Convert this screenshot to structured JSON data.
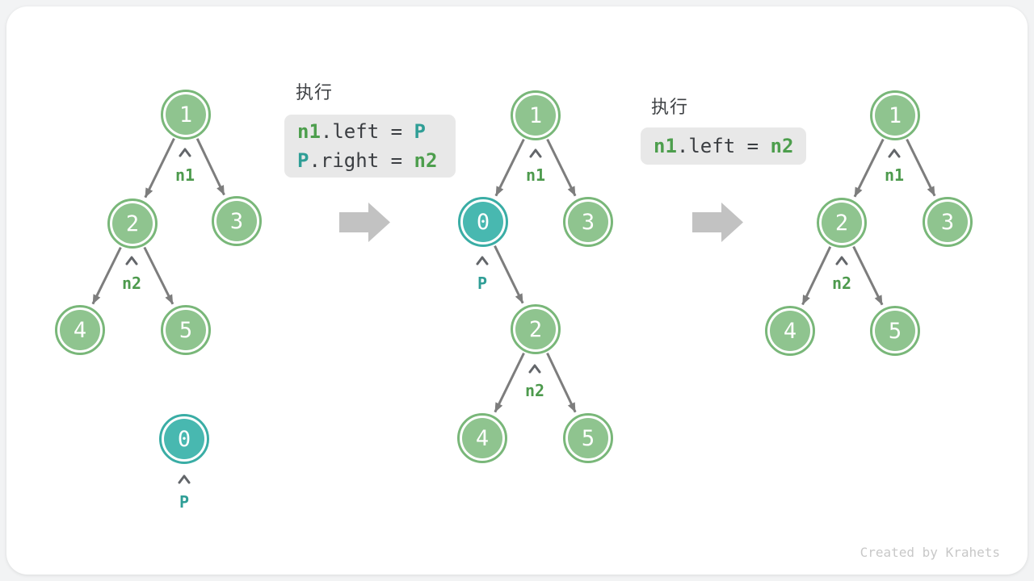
{
  "watermark": "Created by Krahets",
  "colors": {
    "background": "#f2f3f4",
    "card": "#ffffff",
    "node_green_fill": "#8fc48f",
    "node_green_ring": "#79b779",
    "node_teal_fill": "#48b8b0",
    "node_teal_ring": "#3aada5",
    "edge_gray": "#7d7d7d",
    "flow_arrow_gray": "#c2c2c2",
    "code_background": "#e8e8e8",
    "code_plain_text": "#3b3e42",
    "code_green_text": "#4d9e4d",
    "code_teal_text": "#2f9e96",
    "pointer_label_green": "#4d9a4d",
    "pointer_label_teal": "#2f9e96"
  },
  "steps": [
    {
      "title": "执行",
      "lines": [
        [
          {
            "t": "n1",
            "c": "green"
          },
          {
            "t": ".left = ",
            "c": "plain"
          },
          {
            "t": "P",
            "c": "teal"
          }
        ],
        [
          {
            "t": "P",
            "c": "teal"
          },
          {
            "t": ".right = ",
            "c": "plain"
          },
          {
            "t": "n2",
            "c": "green"
          }
        ]
      ]
    },
    {
      "title": "执行",
      "lines": [
        [
          {
            "t": "n1",
            "c": "green"
          },
          {
            "t": ".left = ",
            "c": "plain"
          },
          {
            "t": "n2",
            "c": "green"
          }
        ]
      ]
    }
  ],
  "trees": [
    {
      "name": "initial-tree",
      "nodes": [
        {
          "value": "1",
          "color": "green"
        },
        {
          "value": "2",
          "color": "green"
        },
        {
          "value": "3",
          "color": "green"
        },
        {
          "value": "4",
          "color": "green"
        },
        {
          "value": "5",
          "color": "green"
        },
        {
          "value": "0",
          "color": "teal"
        }
      ],
      "pointers": [
        {
          "label": "n1",
          "color": "green"
        },
        {
          "label": "n2",
          "color": "green"
        },
        {
          "label": "P",
          "color": "teal"
        }
      ]
    },
    {
      "name": "tree-after-insert-p",
      "nodes": [
        {
          "value": "1",
          "color": "green"
        },
        {
          "value": "0",
          "color": "teal"
        },
        {
          "value": "3",
          "color": "green"
        },
        {
          "value": "2",
          "color": "green"
        },
        {
          "value": "4",
          "color": "green"
        },
        {
          "value": "5",
          "color": "green"
        }
      ],
      "pointers": [
        {
          "label": "n1",
          "color": "green"
        },
        {
          "label": "P",
          "color": "teal"
        },
        {
          "label": "n2",
          "color": "green"
        }
      ]
    },
    {
      "name": "tree-after-remove-p",
      "nodes": [
        {
          "value": "1",
          "color": "green"
        },
        {
          "value": "2",
          "color": "green"
        },
        {
          "value": "3",
          "color": "green"
        },
        {
          "value": "4",
          "color": "green"
        },
        {
          "value": "5",
          "color": "green"
        }
      ],
      "pointers": [
        {
          "label": "n1",
          "color": "green"
        },
        {
          "label": "n2",
          "color": "green"
        }
      ]
    }
  ]
}
